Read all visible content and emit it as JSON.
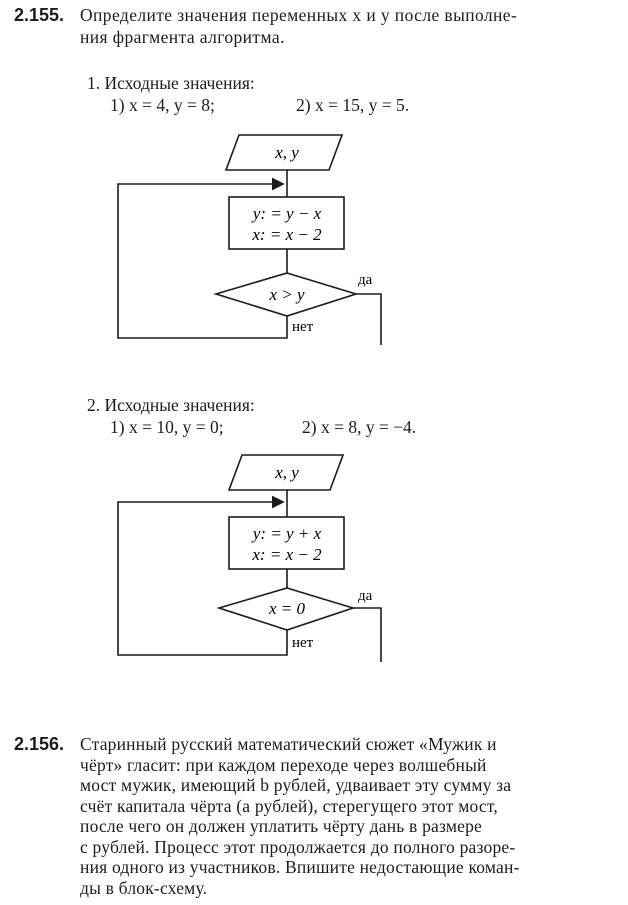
{
  "p155": {
    "number": "2.155.",
    "text_line1": "Определите значения переменных x и y после выполне-",
    "text_line2": "ния фрагмента алгоритма.",
    "parts": [
      {
        "heading": "1.  Исходные значения:",
        "values_1": "1) x = 4,  y = 8;",
        "values_2": "2) x = 15,  y = 5.",
        "io": "x, y",
        "process_line1": "y: = y − x",
        "process_line2": "x: = x − 2",
        "condition": "x > y",
        "yes": "да",
        "no": "нет"
      },
      {
        "heading": "2.  Исходные значения:",
        "values_1": "1) x = 10,  y = 0;",
        "values_2": "2) x = 8,  y = −4.",
        "io": "x, y",
        "process_line1": "y: = y + x",
        "process_line2": "x: = x − 2",
        "condition": "x = 0",
        "yes": "да",
        "no": "нет"
      }
    ]
  },
  "p156": {
    "number": "2.156.",
    "lines": [
      "Старинный русский математический сюжет «Мужик и",
      "чёрт» гласит: при каждом переходе через волшебный",
      "мост мужик, имеющий b рублей, удваивает эту сумму за",
      "счёт капитала чёрта (a рублей), стерегущего этот мост,",
      "после чего он должен уплатить чёрту дань в размере",
      "c рублей. Процесс этот продолжается до полного разоре-",
      "ния одного из участников. Впишите недостающие коман-",
      "ды в блок-схему."
    ]
  }
}
